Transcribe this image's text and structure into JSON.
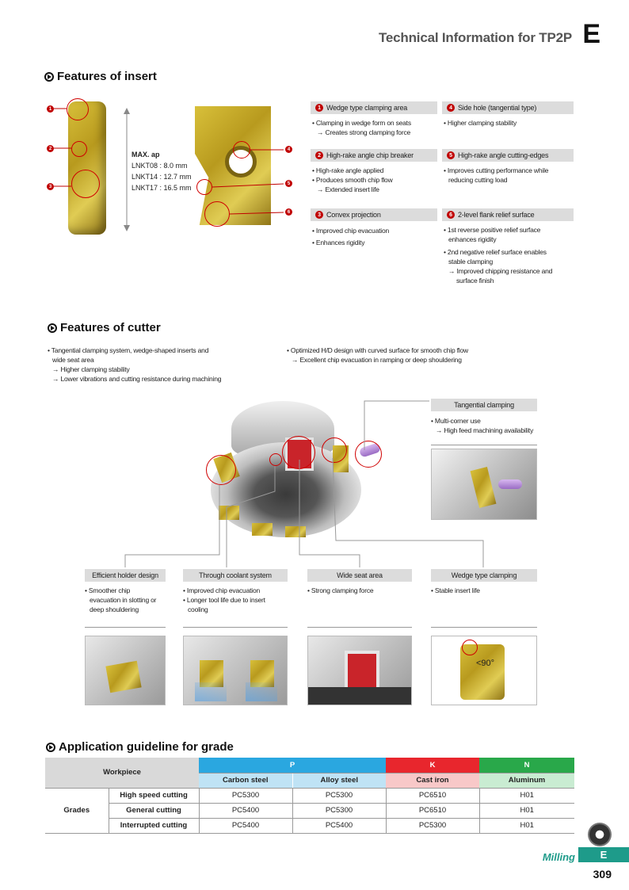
{
  "header": {
    "title": "Technical Information for TP2P",
    "letter": "E"
  },
  "insert_section": {
    "title": "Features of insert",
    "maxap": {
      "label": "MAX. ap",
      "lines": [
        "LNKT08 : 8.0 mm",
        "LNKT14 : 12.7 mm",
        "LNKT17 : 16.5 mm"
      ]
    },
    "callouts": [
      "1",
      "2",
      "3",
      "4",
      "5",
      "6"
    ],
    "features": [
      {
        "num": "1",
        "title": "Wedge type clamping area",
        "bullets": [
          "• Clamping in wedge form on seats",
          "→ Creates strong clamping force"
        ]
      },
      {
        "num": "4",
        "title": "Side hole (tangential type)",
        "bullets": [
          "• Higher clamping stability"
        ]
      },
      {
        "num": "2",
        "title": "High-rake angle chip breaker",
        "bullets": [
          "• High-rake angle applied",
          "• Produces smooth chip flow",
          "→ Extended insert life"
        ]
      },
      {
        "num": "5",
        "title": "High-rake angle cutting-edges",
        "bullets": [
          "• Improves cutting performance while",
          "reducing cutting load"
        ]
      },
      {
        "num": "3",
        "title": "Convex projection",
        "bullets": [
          "• Improved chip evacuation",
          "• Enhances rigidity"
        ]
      },
      {
        "num": "6",
        "title": "2-level flank relief surface",
        "bullets": [
          "• 1st reverse positive relief surface",
          "enhances rigidity",
          "• 2nd negative relief surface enables",
          "stable clamping",
          "→ Improved chipping resistance and",
          "surface finish"
        ]
      }
    ]
  },
  "cutter_section": {
    "title": "Features of cutter",
    "left_bullets": [
      "• Tangential clamping system, wedge-shaped inserts and",
      "wide seat area",
      "→ Higher clamping stability",
      "→ Lower vibrations and cutting resistance during machining"
    ],
    "right_bullets": [
      "• Optimized H/D design with curved surface for smooth chip flow",
      "→ Excellent chip evacuation in ramping or deep shouldering"
    ],
    "tangential": {
      "title": "Tangential clamping",
      "bullets": [
        "• Multi-corner use",
        "→ High feed machining availability"
      ]
    },
    "boxes": [
      {
        "title": "Efficient holder design",
        "bullets": [
          "• Smoother chip",
          "evacuation in slotting or",
          "deep shouldering"
        ]
      },
      {
        "title": "Through coolant system",
        "bullets": [
          "• Improved chip evacuation",
          "• Longer tool life due to insert",
          "cooling"
        ]
      },
      {
        "title": "Wide seat area",
        "bullets": [
          "• Strong clamping force"
        ]
      },
      {
        "title": "Wedge type clamping",
        "bullets": [
          "• Stable insert life"
        ]
      }
    ],
    "angle_label": "<90°"
  },
  "grade_section": {
    "title": "Application guideline for grade",
    "workpiece_label": "Workpiece",
    "grades_label": "Grades",
    "groups": [
      "P",
      "K",
      "N"
    ],
    "materials": [
      "Carbon steel",
      "Alloy steel",
      "Cast iron",
      "Aluminum"
    ],
    "rows": [
      {
        "condition": "High speed cutting",
        "values": [
          "PC5300",
          "PC5300",
          "PC6510",
          "H01"
        ]
      },
      {
        "condition": "General cutting",
        "values": [
          "PC5400",
          "PC5300",
          "PC6510",
          "H01"
        ]
      },
      {
        "condition": "Interrupted cutting",
        "values": [
          "PC5400",
          "PC5400",
          "PC5300",
          "H01"
        ]
      }
    ]
  },
  "footer": {
    "label": "Milling",
    "tab": "E",
    "page": "309"
  },
  "colors": {
    "accent": "#1e9b8a",
    "callout_red": "#c00000",
    "p_blue": "#2aa7e0",
    "k_red": "#e8262d",
    "n_green": "#29a84a"
  }
}
